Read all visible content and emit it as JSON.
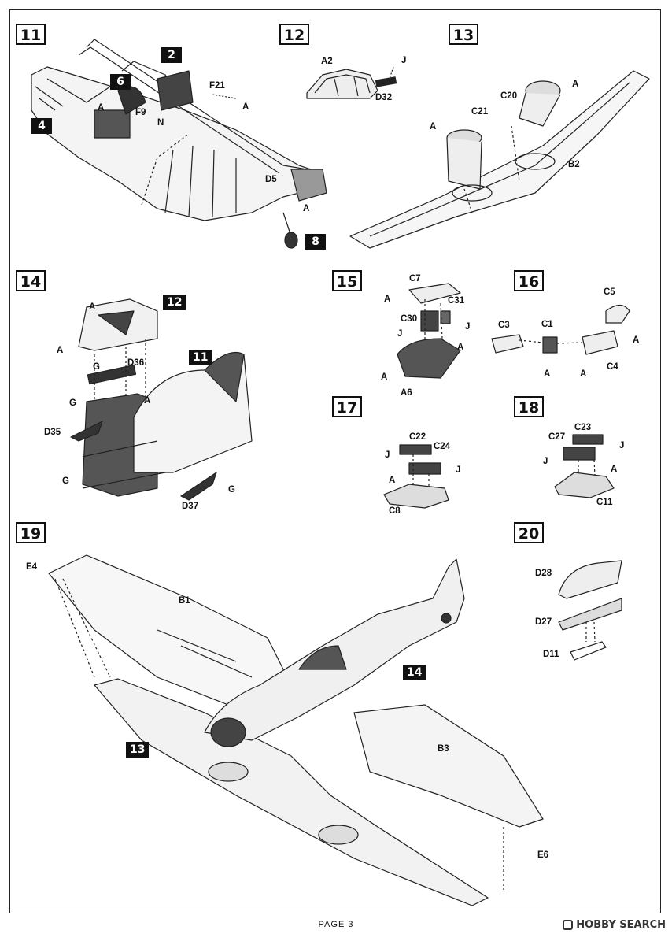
{
  "steps": {
    "s11": "11",
    "s12": "12",
    "s13": "13",
    "s14": "14",
    "s15": "15",
    "s16": "16",
    "s17": "17",
    "s18": "18",
    "s19": "19",
    "s20": "20"
  },
  "refs": {
    "r11_2": "2",
    "r11_6": "6",
    "r11_4": "4",
    "r11_8": "8",
    "r14_12": "12",
    "r14_11": "11",
    "r19_14": "14",
    "r19_13": "13"
  },
  "labels": {
    "f21": "F21",
    "a11a": "A",
    "a11b": "A",
    "a11c": "A",
    "f9": "F9",
    "n": "N",
    "d5": "D5",
    "a2": "A2",
    "j12": "J",
    "d32": "D32",
    "a13a": "A",
    "c20": "C20",
    "c21": "C21",
    "a13b": "A",
    "b2": "B2",
    "a14a": "A",
    "a14b": "A",
    "g14a": "G",
    "d36": "D36",
    "a14c": "A",
    "g14b": "G",
    "d35": "D35",
    "g14c": "G",
    "d37": "D37",
    "g14d": "G",
    "c7": "C7",
    "a15a": "A",
    "c31": "C31",
    "c30": "C30",
    "j15a": "J",
    "j15b": "J",
    "a15b": "A",
    "a15c": "A",
    "a6": "A6",
    "c5": "C5",
    "c3": "C3",
    "c1": "C1",
    "a16a": "A",
    "a16b": "A",
    "a16c": "A",
    "c4": "C4",
    "c22": "C22",
    "c24": "C24",
    "j17a": "J",
    "j17b": "J",
    "a17": "A",
    "c8": "C8",
    "c23": "C23",
    "c27": "C27",
    "j18a": "J",
    "j18b": "J",
    "a18": "A",
    "c11": "C11",
    "e4": "E4",
    "b1": "B1",
    "b3": "B3",
    "e6": "E6",
    "d28": "D28",
    "d27": "D27",
    "d11": "D11"
  },
  "footer": {
    "page": "PAGE 3"
  },
  "watermark": {
    "text": "HOBBY SEARCH",
    "icon": "hobbysearch-logo-icon"
  }
}
